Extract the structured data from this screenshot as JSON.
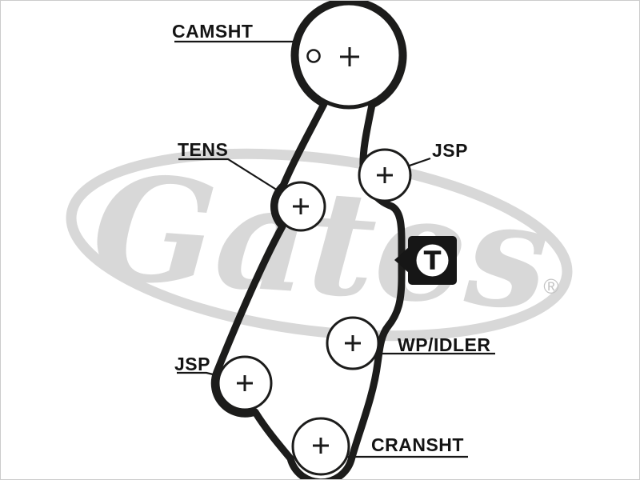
{
  "diagram": {
    "type": "timing-belt-routing",
    "brand": {
      "watermark_text": "Gates",
      "registered_symbol": "®"
    },
    "labels": {
      "camshaft": "CAMSHT",
      "tensioner": "TENS",
      "jsp_upper": "JSP",
      "wp_idler": "WP/IDLER",
      "jsp_lower": "JSP",
      "crankshaft": "CRANSHT"
    },
    "tension_marker": {
      "letter": "T"
    },
    "colors": {
      "line": "#1c1c1b",
      "belt": "#1c1c1b",
      "watermark": "#d8d8d8",
      "background": "#ffffff"
    }
  }
}
